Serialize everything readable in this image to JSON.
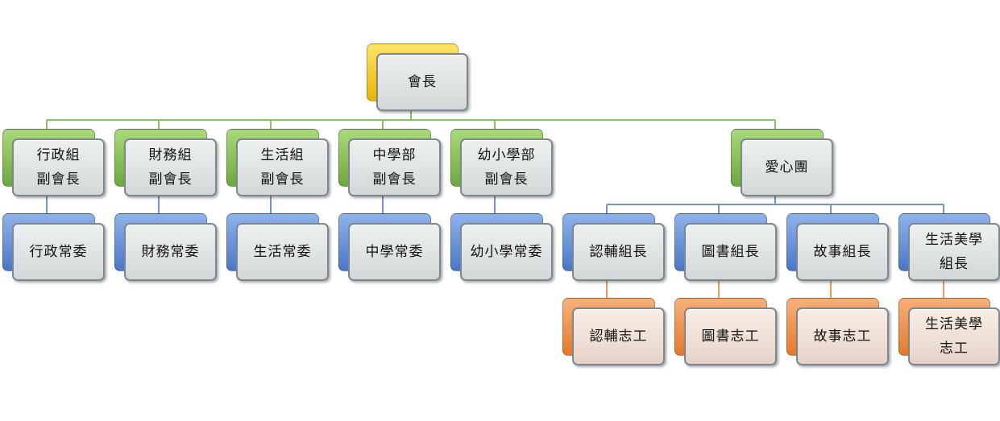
{
  "colors": {
    "gold": "#F2C200",
    "green": "#7FBA4E",
    "blue": "#5A86D0",
    "orange": "#EE8A3E",
    "box_face": "#DFE3E3",
    "green_line": "#8CC068",
    "blue_line": "#6F95D8",
    "orange_line": "#EE9A5A"
  },
  "president": {
    "label": "會長"
  },
  "vice_presidents": [
    {
      "lines": [
        "行政組",
        "副會長"
      ]
    },
    {
      "lines": [
        "財務組",
        "副會長"
      ]
    },
    {
      "lines": [
        "生活組",
        "副會長"
      ]
    },
    {
      "lines": [
        "中學部",
        "副會長"
      ]
    },
    {
      "lines": [
        "幼小學部",
        "副會長"
      ]
    },
    {
      "lines": [
        "愛心團"
      ]
    }
  ],
  "committees": [
    {
      "lines": [
        "行政常委"
      ]
    },
    {
      "lines": [
        "財務常委"
      ]
    },
    {
      "lines": [
        "生活常委"
      ]
    },
    {
      "lines": [
        "中學常委"
      ]
    },
    {
      "lines": [
        "幼小學常委"
      ]
    }
  ],
  "care_group_leaders": [
    {
      "lines": [
        "認輔組長"
      ]
    },
    {
      "lines": [
        "圖書組長"
      ]
    },
    {
      "lines": [
        "故事組長"
      ]
    },
    {
      "lines": [
        "生活美學",
        "組長"
      ]
    }
  ],
  "volunteers": [
    {
      "lines": [
        "認輔志工"
      ]
    },
    {
      "lines": [
        "圖書志工"
      ]
    },
    {
      "lines": [
        "故事志工"
      ]
    },
    {
      "lines": [
        "生活美學",
        "志工"
      ]
    }
  ]
}
